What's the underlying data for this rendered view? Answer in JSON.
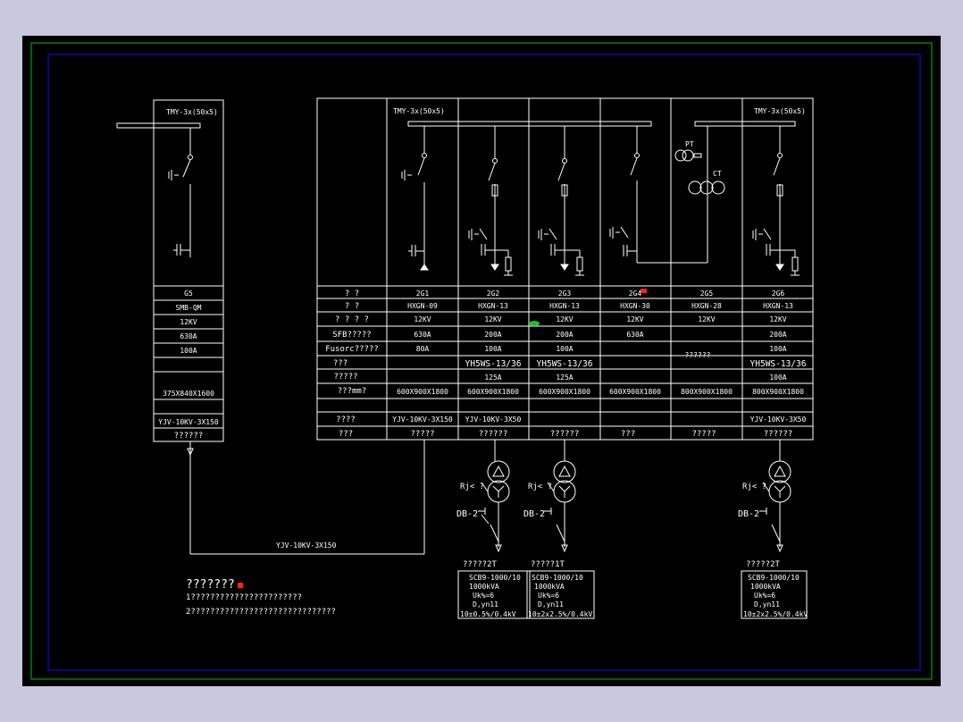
{
  "colors": {
    "background": "#000000",
    "outer_frame": "#00c000",
    "inner_frame": "#1010ff",
    "lines": "#ffffff",
    "marker_red": "#ff2020",
    "marker_green": "#20c020",
    "window_bg": "#c8c9dc"
  },
  "left_cabinet": {
    "busbar_label": "TMY-3x(50x5)",
    "rows": [
      "G5",
      "SMB-QM",
      "12KV",
      "630A",
      "100A",
      "",
      "",
      "375X840X1600",
      "",
      "YJV-10KV-3X150",
      "??????"
    ]
  },
  "main_table": {
    "busbar_left_label": "TMY-3x(50x5)",
    "busbar_right_label": "TMY-3x(50x5)",
    "pt_label": "PT",
    "ct_label": "CT",
    "row_headers": [
      "?   ?",
      "?   ?",
      "? ? ? ?",
      "SFB?????",
      "Fusorc?????",
      "???",
      "?????",
      "???mm?",
      "",
      "????",
      "???"
    ],
    "columns": [
      {
        "id": "2G1",
        "cells": [
          "2G1",
          "HXGN-09",
          "12KV",
          "630A",
          "80A",
          "",
          "",
          "600X900X1800",
          "",
          "YJV-10KV-3X150",
          "?????"
        ]
      },
      {
        "id": "2G2",
        "cells": [
          "2G2",
          "HXGN-13",
          "12KV",
          "200A",
          "100A",
          "YH5WS-13/36",
          "125A",
          "600X900X1800",
          "",
          "YJV-10KV-3X50",
          "??????"
        ]
      },
      {
        "id": "2G3",
        "cells": [
          "2G3",
          "HXGN-13",
          "12KV",
          "200A",
          "100A",
          "YH5WS-13/36",
          "125A",
          "600X900X1800",
          "",
          "",
          "??????"
        ]
      },
      {
        "id": "2G4",
        "cells": [
          "2G4",
          "HXGN-30",
          "12KV",
          "630A",
          "",
          "",
          "",
          "600X900X1800",
          "",
          "",
          "???"
        ]
      },
      {
        "id": "2G5",
        "cells": [
          "2G5",
          "HXGN-28",
          "12KV",
          "",
          "",
          "??????",
          "",
          "800X900X1800",
          "",
          "",
          "?????"
        ]
      },
      {
        "id": "2G6",
        "cells": [
          "2G6",
          "HXGN-13",
          "12KV",
          "200A",
          "100A",
          "YH5WS-13/36",
          "100A",
          "800X900X1800",
          "",
          "YJV-10KV-3X50",
          "??????"
        ]
      }
    ]
  },
  "connection_cable_label": "YJV-10KV-3X150",
  "transformers": [
    {
      "rj_label": "Rj< ?",
      "db_label": "DB-2",
      "name": "?????2T",
      "specs": [
        "SCB9-1000/10",
        "1000kVA",
        "Uk%=6",
        "D,yn11",
        "10±0.5%/0.4kV"
      ]
    },
    {
      "rj_label": "Rj< ?",
      "db_label": "DB-2",
      "name": "?????1T",
      "specs": [
        "SCB9-1000/10",
        "1000kVA",
        "Uk%=6",
        "D,yn11",
        "10±2x2.5%/0.4kV"
      ]
    },
    {
      "rj_label": "Rj< ?",
      "db_label": "DB-2",
      "name": "?????2T",
      "specs": [
        "SCB9-1000/10",
        "1000kVA",
        "Uk%=6",
        "D,yn11",
        "10±2x2.5%/0.4kV"
      ]
    }
  ],
  "notes": {
    "title": "???????",
    "lines": [
      "1???????????????????????",
      "2??????????????????????????????"
    ]
  }
}
